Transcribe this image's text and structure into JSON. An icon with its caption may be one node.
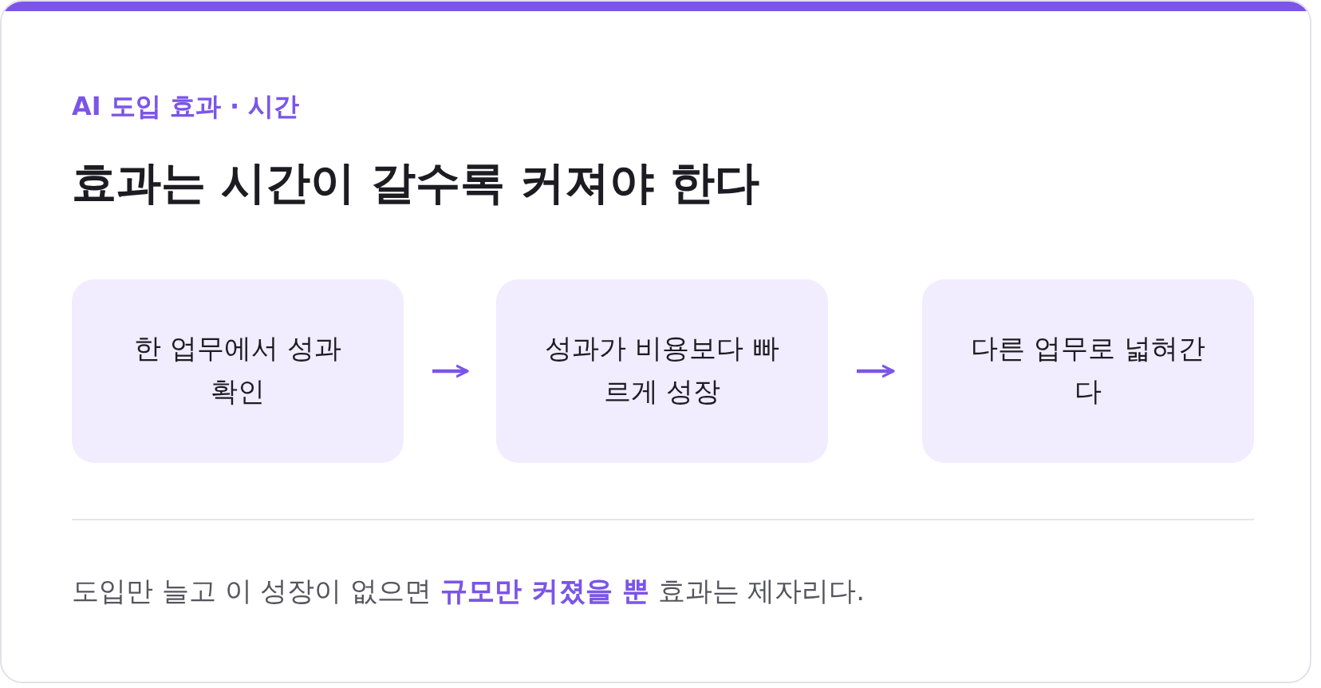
{
  "diagram": {
    "title": "효과는 시간이 갈수록 커져야 한다",
    "caption": "도입만 늘고 이 성장이 없으면 **규모만 커졌을 뿐** 효과는 제자리다.",
    "nodes": [
      {
        "text": [
          "한 업무에서 성과 확인"
        ]
      },
      {
        "text": [
          "성과가 비용보다 빠르게 성장"
        ]
      },
      {
        "text": [
          "다른 업무로 넓혀간다"
        ]
      }
    ],
    "edges": [
      {
        "from": 0,
        "to": 1,
        "arrow": "to"
      },
      {
        "from": 1,
        "to": 2,
        "arrow": "to"
      }
    ],
    "labels": [
      "AI 도입 효과 · 시간"
    ]
  }
}
